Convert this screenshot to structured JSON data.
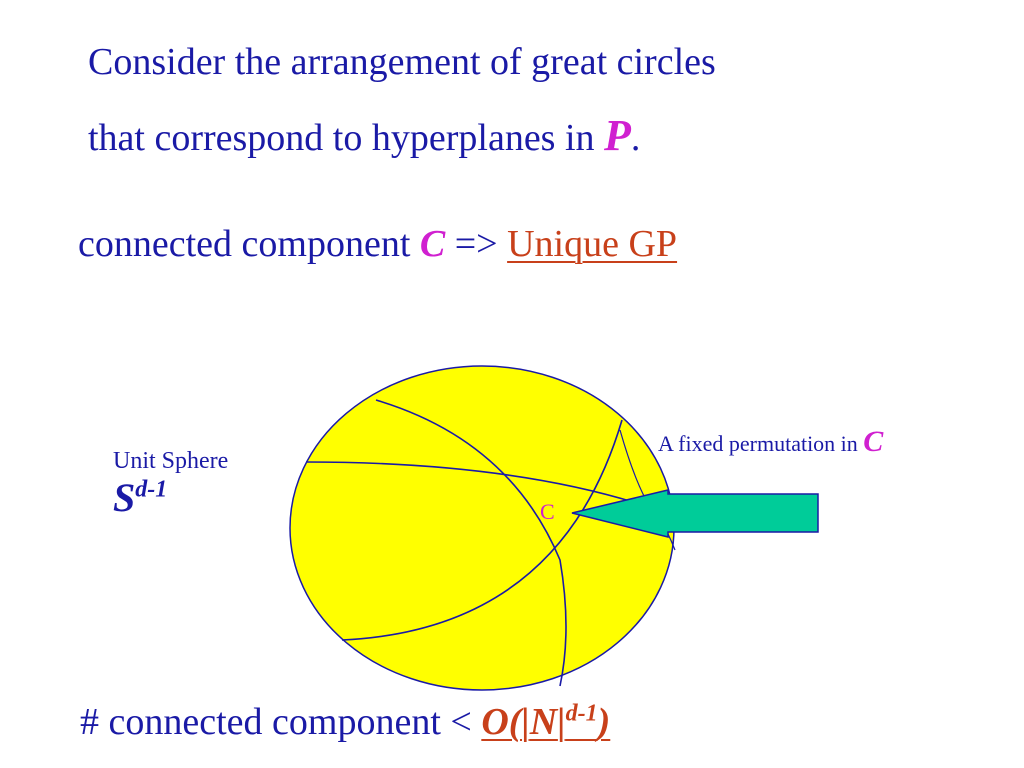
{
  "title": {
    "line1": "Consider the arrangement of great circles",
    "line2_prefix": "that correspond to hyperplanes in ",
    "line2_symbol": "P",
    "line2_suffix": "."
  },
  "component": {
    "prefix": "connected component ",
    "symbol": "C",
    "arrow": " => ",
    "link": "Unique GP"
  },
  "sphere": {
    "label": "Unit Sphere",
    "symbol": "S",
    "exponent": "d-1",
    "region_label": "C"
  },
  "arrow_callout": {
    "prefix": "A fixed permutation in ",
    "symbol": "C"
  },
  "bound": {
    "prefix": "# connected component < ",
    "o_open": "O(|",
    "o_n": "N",
    "o_bar": "|",
    "o_exponent": "d-1",
    "o_close": ")"
  },
  "colors": {
    "text": "#1a1aa6",
    "highlight": "#d020d0",
    "link": "#c8401a",
    "sphere_fill": "#ffff00",
    "arrow_fill": "#00cc99"
  }
}
